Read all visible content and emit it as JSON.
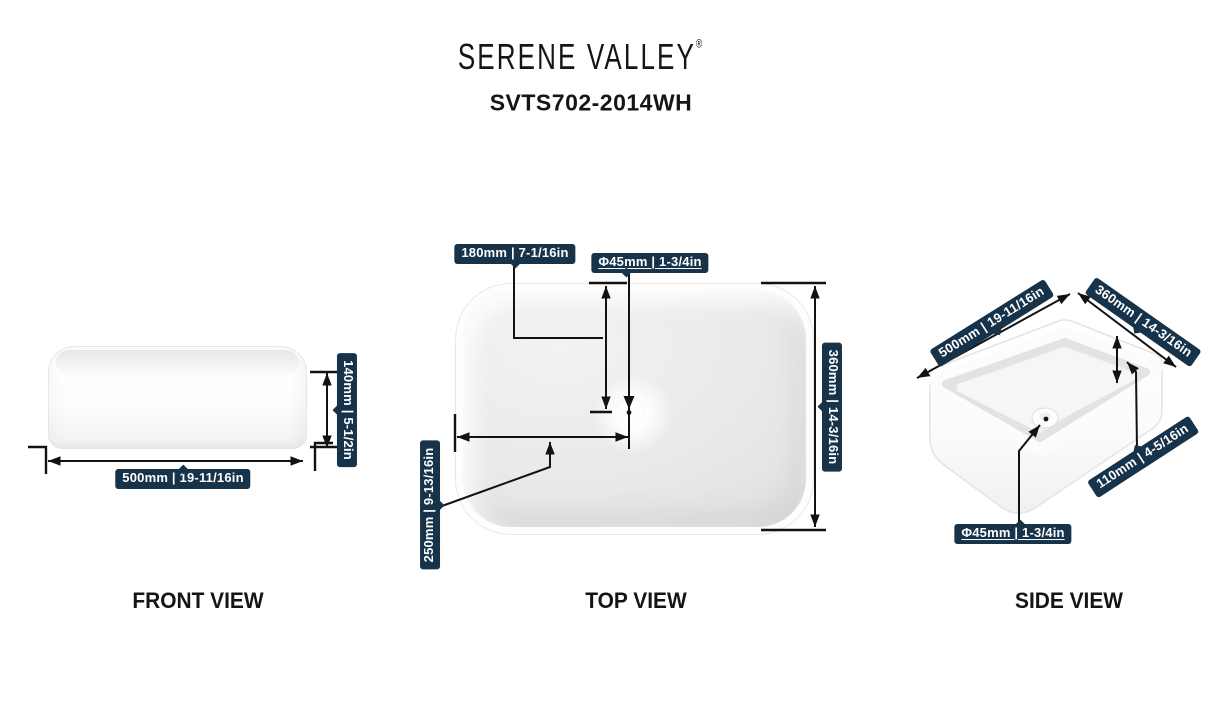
{
  "header": {
    "brand": "SERENE VALLEY",
    "reg_mark": "®",
    "model": "SVTS702-2014WH"
  },
  "colors": {
    "badge_bg": "#16334A",
    "badge_text": "#FFFFFF",
    "line": "#121212"
  },
  "views": {
    "front": {
      "label": "FRONT VIEW",
      "height": "140mm | 5-1/2in",
      "width": "500mm | 19-11/16in"
    },
    "top": {
      "label": "TOP VIEW",
      "drain_offset_vertical": "180mm | 7-1/16in",
      "drain_diameter": "Φ45mm | 1-3/4in",
      "depth": "360mm | 14-3/16in",
      "drain_offset_horizontal": "250mm | 9-13/16in"
    },
    "side": {
      "label": "SIDE VIEW",
      "width": "500mm | 19-11/16in",
      "depth": "360mm | 14-3/16in",
      "height": "110mm | 4-5/16in",
      "drain_diameter": "Φ45mm | 1-3/4in"
    }
  }
}
